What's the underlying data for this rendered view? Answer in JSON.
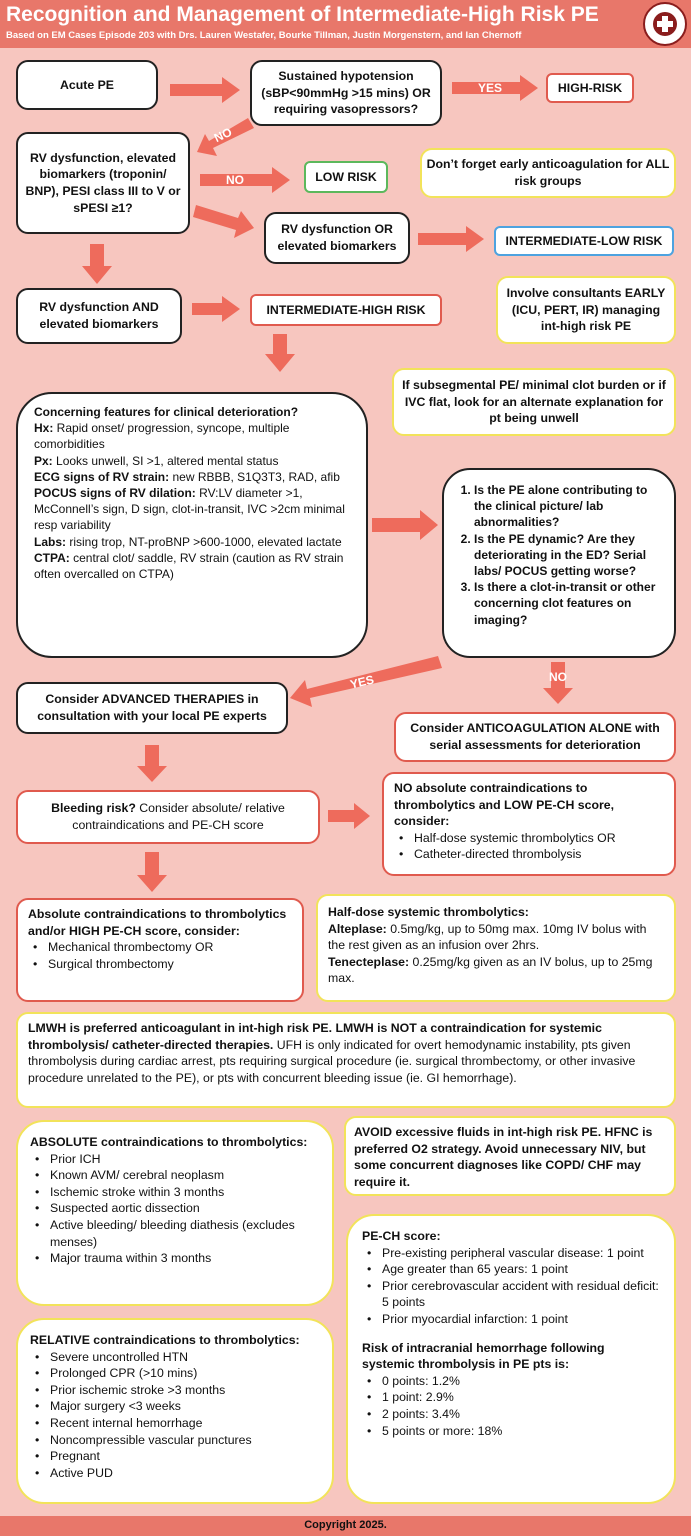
{
  "header": {
    "title": "Recognition and Management of Intermediate-High Risk PE",
    "subtitle": "Based on EM Cases Episode 203 with Drs. Lauren Westafer, Bourke Tillman, Justin Morgenstern, and Ian Chernoff"
  },
  "nodes": {
    "acute_pe": "Acute PE",
    "hypotension": "Sustained hypotension (sBP<90mmHg >15 mins) OR requiring vasopressors?",
    "high_risk": "HIGH-RISK",
    "rv_question": "RV dysfunction, elevated biomarkers (troponin/ BNP), PESI class III to V or sPESI ≥1?",
    "low_risk": "LOW RISK",
    "anticoag_note": "Don’t forget early anticoagulation for ALL risk groups",
    "rv_or": "RV dysfunction OR elevated biomarkers",
    "intermediate_low": "INTERMEDIATE-LOW RISK",
    "rv_and": "RV dysfunction AND elevated biomarkers",
    "intermediate_high": "INTERMEDIATE-HIGH RISK",
    "consultants": "Involve consultants EARLY (ICU, PERT, IR) managing int-high risk PE",
    "subsegmental": "If subsegmental PE/ minimal clot burden or if IVC flat, look for an alternate explanation for pt being unwell",
    "consider_advanced": "Consider ADVANCED THERAPIES in consultation with your local PE experts",
    "consider_anticoag": "Consider ANTICOAGULATION ALONE with serial assessments for deterioration"
  },
  "arrow_labels": {
    "yes1": "YES",
    "no1": "NO",
    "no2": "NO",
    "yes2": "YES",
    "no3": "NO"
  },
  "concerning": {
    "heading": "Concerning features for clinical deterioration?",
    "items": [
      {
        "label": "Hx:",
        "text": " Rapid onset/ progression, syncope, multiple comorbidities"
      },
      {
        "label": "Px:",
        "text": " Looks unwell, SI >1, altered mental status"
      },
      {
        "label": "ECG signs of RV strain:",
        "text": " new RBBB, S1Q3T3, RAD, afib"
      },
      {
        "label": "POCUS signs of RV dilation:",
        "text": " RV:LV diameter >1, McConnell’s sign, D sign, clot-in-transit, IVC >2cm minimal resp variability"
      },
      {
        "label": "Labs:",
        "text": " rising trop, NT-proBNP >600-1000, elevated lactate"
      },
      {
        "label": "CTPA:",
        "text": " central clot/ saddle, RV strain (caution as RV strain often overcalled on CTPA)"
      }
    ]
  },
  "questions": [
    "Is the PE alone contributing to the clinical picture/ lab abnormalities?",
    "Is the PE dynamic? Are they deteriorating in the ED? Serial labs/ POCUS getting worse?",
    "Is there a clot-in-transit or other concerning clot features on imaging?"
  ],
  "bleeding": {
    "label": "Bleeding risk?",
    "text": " Consider absolute/ relative contraindications and PE-CH score"
  },
  "no_absolute": {
    "heading": "NO absolute contraindications to thrombolytics and LOW PE-CH score, consider:",
    "items": [
      "Half-dose systemic thrombolytics OR",
      "Catheter-directed thrombolysis"
    ]
  },
  "absolute_high": {
    "heading": "Absolute contraindications to thrombolytics and/or HIGH PE-CH score, consider:",
    "items": [
      "Mechanical thrombectomy OR",
      "Surgical thrombectomy"
    ]
  },
  "half_dose": {
    "heading": "Half-dose systemic thrombolytics:",
    "alteplase_label": "Alteplase:",
    "alteplase_text": " 0.5mg/kg, up to 50mg max. 10mg IV bolus with the rest given as an infusion over 2hrs.",
    "tenecteplase_label": "Tenecteplase:",
    "tenecteplase_text": " 0.25mg/kg given as an IV bolus, up to 25mg max."
  },
  "lmwh": {
    "bold": "LMWH is preferred anticoagulant in int-high risk PE. LMWH is NOT a contraindication for systemic thrombolysis/ catheter-directed therapies.",
    "text": " UFH is only indicated for overt hemodynamic instability, pts given thrombolysis during cardiac arrest, pts requiring surgical procedure (ie. surgical thrombectomy, or other invasive procedure unrelated to the PE), or pts with concurrent bleeding issue (ie. GI hemorrhage)."
  },
  "absolute_ci": {
    "heading": "ABSOLUTE contraindications to thrombolytics:",
    "items": [
      "Prior ICH",
      "Known AVM/ cerebral neoplasm",
      "Ischemic stroke within 3 months",
      "Suspected aortic dissection",
      "Active bleeding/ bleeding diathesis (excludes menses)",
      "Major trauma within 3 months"
    ]
  },
  "avoid_fluids": "AVOID excessive fluids in int-high risk PE. HFNC is preferred O2 strategy. Avoid unnecessary NIV, but some concurrent diagnoses like COPD/ CHF may require it.",
  "relative_ci": {
    "heading": "RELATIVE contraindications to thrombolytics:",
    "items": [
      "Severe uncontrolled HTN",
      "Prolonged CPR (>10 mins)",
      "Prior ischemic stroke >3 months",
      "Major surgery <3 weeks",
      "Recent internal hemorrhage",
      "Noncompressible vascular punctures",
      "Pregnant",
      "Active PUD"
    ]
  },
  "pech": {
    "heading": "PE-CH score:",
    "items": [
      "Pre-existing peripheral vascular disease: 1 point",
      "Age greater than 65 years: 1 point",
      "Prior cerebrovascular accident with residual deficit: 5 points",
      "Prior myocardial infarction: 1 point"
    ],
    "risk_heading": "Risk of intracranial hemorrhage following systemic thrombolysis in PE pts is:",
    "risk_items": [
      "0 points: 1.2%",
      "1 point: 2.9%",
      "2 points: 3.4%",
      "5 points or more: 18%"
    ]
  },
  "footer": "Copyright 2025.",
  "colors": {
    "background": "#f7c6bf",
    "header": "#e8776a",
    "arrow": "#ee6b5c",
    "yellow_border": "#f2e35a",
    "red_border": "#e05a4e"
  },
  "icons": {
    "logo": "medical-cross-logo"
  }
}
